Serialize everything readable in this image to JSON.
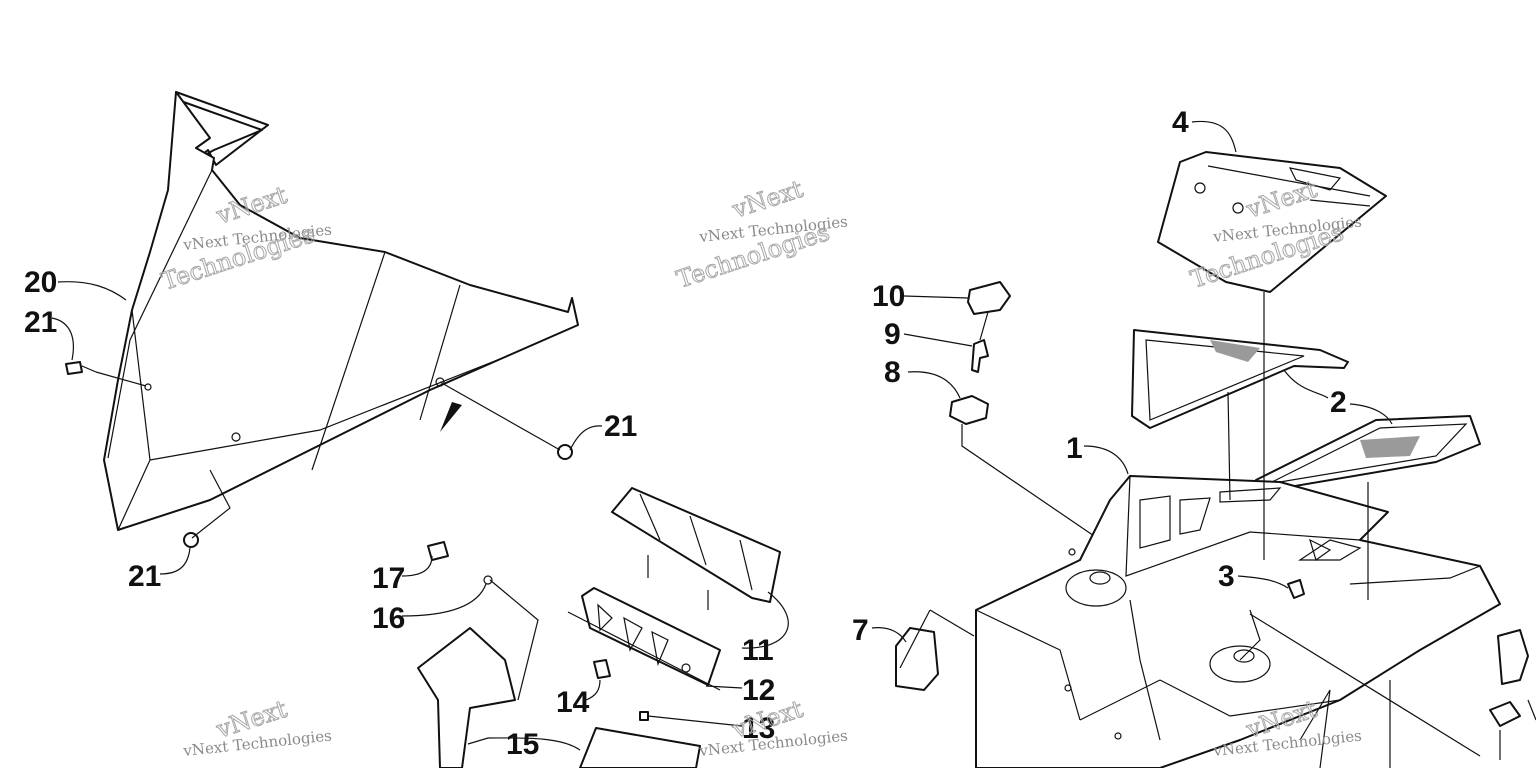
{
  "diagram": {
    "callouts": [
      {
        "id": "c20",
        "label": "20"
      },
      {
        "id": "c21a",
        "label": "21"
      },
      {
        "id": "c21b",
        "label": "21"
      },
      {
        "id": "c21c",
        "label": "21"
      },
      {
        "id": "c17",
        "label": "17"
      },
      {
        "id": "c16",
        "label": "16"
      },
      {
        "id": "c14",
        "label": "14"
      },
      {
        "id": "c15",
        "label": "15"
      },
      {
        "id": "c11",
        "label": "11"
      },
      {
        "id": "c12",
        "label": "12"
      },
      {
        "id": "c13",
        "label": "13"
      },
      {
        "id": "c10",
        "label": "10"
      },
      {
        "id": "c9",
        "label": "9"
      },
      {
        "id": "c8",
        "label": "8"
      },
      {
        "id": "c7",
        "label": "7"
      },
      {
        "id": "c1",
        "label": "1"
      },
      {
        "id": "c2",
        "label": "2"
      },
      {
        "id": "c3",
        "label": "3"
      },
      {
        "id": "c4",
        "label": "4"
      }
    ],
    "watermark": {
      "line1": "vNext Technologies",
      "line2": "vNext",
      "line3": "Technologies"
    }
  }
}
